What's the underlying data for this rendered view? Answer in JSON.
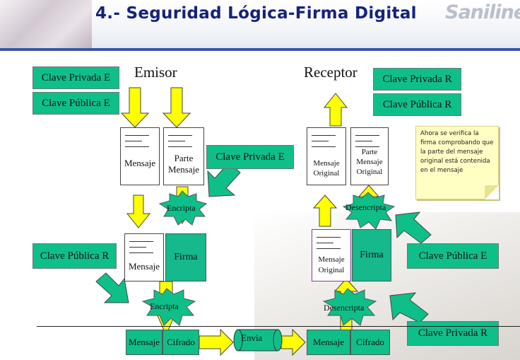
{
  "slide": {
    "title": "4.- Seguridad Lógica-Firma Digital",
    "logo": "Saniline"
  },
  "emisor": {
    "heading": "Emisor",
    "clave_privada": "Clave Privada E",
    "clave_publica": "Clave Pública E",
    "doc_mensaje": "Mensaje",
    "doc_parte_line1": "Parte",
    "doc_parte_line2": "Mensaje",
    "clave_privada_side": "Clave Privada E",
    "encripta_top": "Encripta",
    "clave_publica_r": "Clave Pública R",
    "mensaje2": "Mensaje",
    "firma": "Firma",
    "encripta_bottom": "Encripta",
    "bottom_mensaje": "Mensaje",
    "bottom_cifrado": "Cifrado"
  },
  "envia": "Envia",
  "receptor": {
    "heading": "Receptor",
    "clave_privada": "Clave Privada R",
    "clave_publica": "Clave Pública R",
    "doc_original_line1": "Mensaje",
    "doc_original_line2": "Original",
    "doc_parte_line1": "Parte",
    "doc_parte_line2": "Mensaje",
    "doc_parte_line3": "Original",
    "desencripta_top": "Desencripta",
    "clave_publica_e": "Clave Pública E",
    "doc_original2_line1": "Mensaje",
    "doc_original2_line2": "Original",
    "firma": "Firma",
    "desencripta_bottom": "Desencripta",
    "clave_privada_r_bottom": "Clave Privada R",
    "bottom_mensaje": "Mensaje",
    "bottom_cifrado": "Cifrado"
  },
  "note": "Ahora se verifica la firma comprobando que la parte del mensaje original está contenida en el mensaje",
  "colors": {
    "box_green": "#0fbf8a",
    "arrow_yellow": "#ffff00",
    "burst_green": "#0fbf8a",
    "title_blue": "#14237a"
  }
}
